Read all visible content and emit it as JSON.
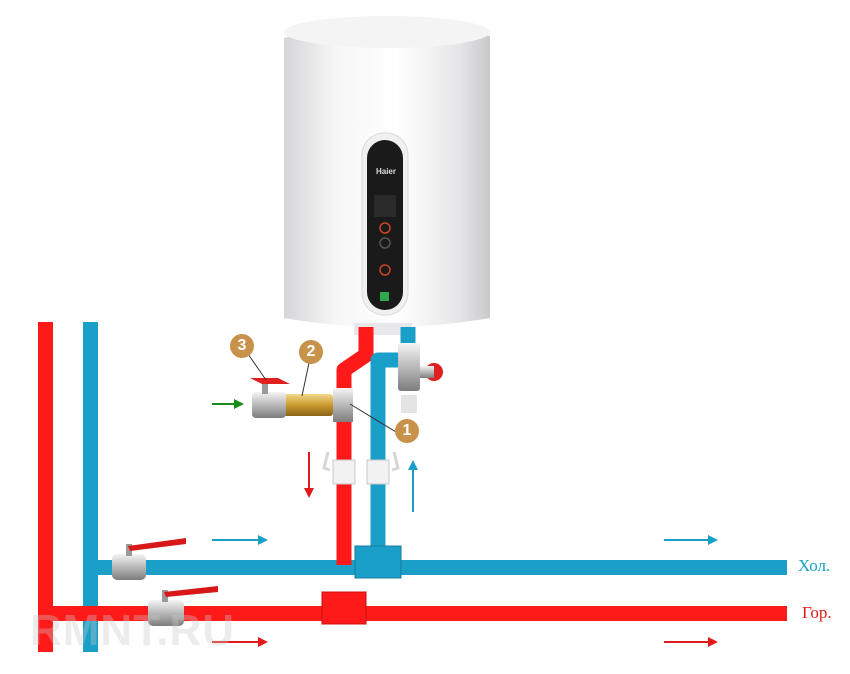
{
  "labels": {
    "cold": "Хол.",
    "hot": "Гор."
  },
  "callouts": [
    "1",
    "2",
    "3"
  ],
  "heater": {
    "brand": "Haier"
  },
  "watermark": "RMNT.RU",
  "colors": {
    "hot_pipe": "#ff1a1a",
    "cold_pipe": "#1aa0c8",
    "inlet_arrow": "#1a8a1a",
    "callout_badge": "#c8924a"
  }
}
